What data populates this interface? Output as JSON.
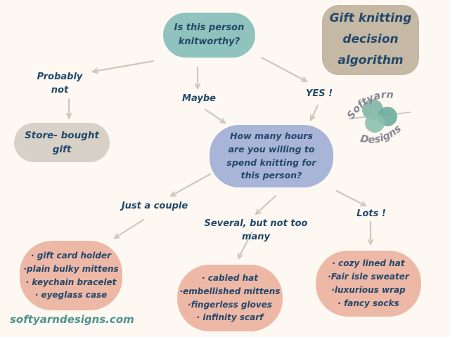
{
  "canvas": {
    "bg": "#fdf9f2",
    "text_color": "#23486a",
    "arrow_color": "#cfc7ba"
  },
  "title_box": {
    "lines": [
      "Gift knitting",
      "decision",
      "algorithm"
    ],
    "bg": "#c5b8a4"
  },
  "logo": {
    "top_text": "Softyarn",
    "bottom_text": "Designs",
    "text_color": "#8b8696",
    "yarn_ball_colors": [
      "#7fb5a4",
      "#6dad9e",
      "#8cc0ae"
    ],
    "needle_color": "#c9c3b8"
  },
  "nodes": {
    "knitworthy": {
      "lines": [
        "Is this person",
        "knitworthy?"
      ],
      "bg": "#90c3bd"
    },
    "store_bought": {
      "lines": [
        "Store- bought",
        "gift"
      ],
      "bg": "#d7d1c7"
    },
    "hours": {
      "lines": [
        "How many hours",
        "are you willing to",
        "spend knitting for",
        "this person?"
      ],
      "bg": "#a8b4d8"
    },
    "quick_gifts": {
      "items": [
        "· gift card holder",
        "·plain bulky mittens",
        "· keychain bracelet",
        "· eyeglass case"
      ],
      "bg": "#eeb8a6"
    },
    "medium_gifts": {
      "items": [
        "· cabled hat",
        "·embellished mittens",
        "·fingerless gloves",
        "· infinity scarf"
      ],
      "bg": "#eeb8a6"
    },
    "big_gifts": {
      "items": [
        "· cozy lined hat",
        "·Fair isle sweater",
        "·luxurious wrap",
        "· fancy socks"
      ],
      "bg": "#eeb8a6"
    }
  },
  "labels": {
    "probably_not": {
      "lines": [
        "Probably",
        "not"
      ]
    },
    "maybe": "Maybe",
    "yes": "YES !",
    "just_a_couple": "Just a couple",
    "several": "Several, but not too many",
    "lots": "Lots !"
  },
  "footer": {
    "website": "softyarndesigns.com",
    "color": "#4f928b"
  }
}
